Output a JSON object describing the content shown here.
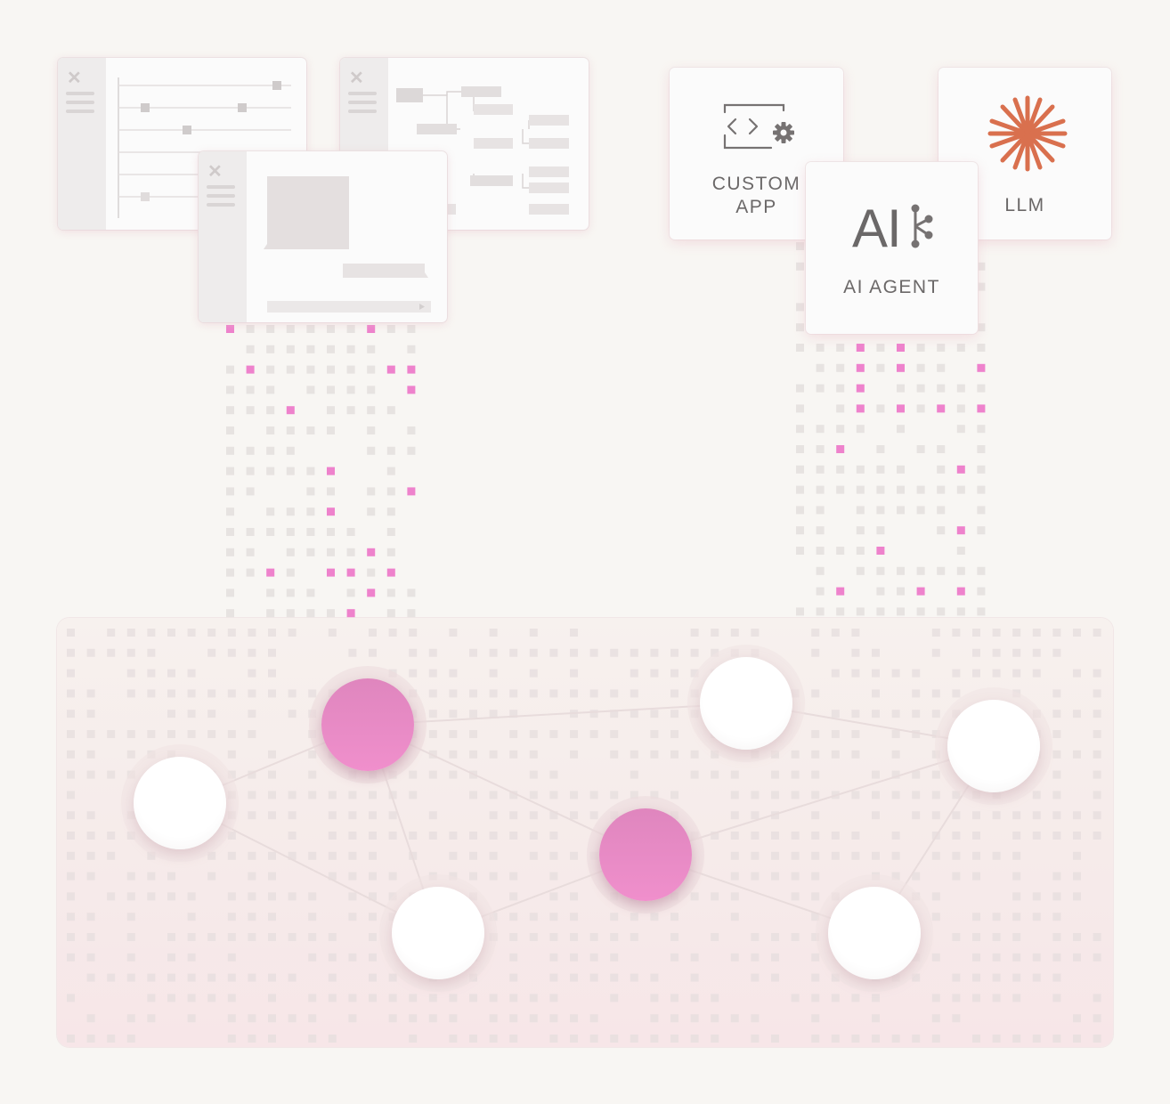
{
  "cards": {
    "custom_app": {
      "line1": "CUSTOM",
      "line2": "APP",
      "icon": "code-gear-icon"
    },
    "ai_agent": {
      "wordmark": "AI",
      "label": "AI AGENT",
      "icon": "ai-branch-icon"
    },
    "llm": {
      "label": "LLM",
      "icon": "asterisk-burst-icon"
    }
  },
  "windows": [
    {
      "name": "chart-window",
      "icon": "app-logo-icon"
    },
    {
      "name": "flow-window",
      "icon": "app-logo-icon"
    },
    {
      "name": "editor-window",
      "icon": "app-logo-icon"
    }
  ],
  "network": {
    "nodes": [
      {
        "id": "n1",
        "kind": "white"
      },
      {
        "id": "n2",
        "kind": "pink"
      },
      {
        "id": "n3",
        "kind": "white"
      },
      {
        "id": "n4",
        "kind": "pink"
      },
      {
        "id": "n5",
        "kind": "white"
      },
      {
        "id": "n6",
        "kind": "white"
      },
      {
        "id": "n7",
        "kind": "white"
      }
    ],
    "edges": [
      [
        "n1",
        "n2"
      ],
      [
        "n1",
        "n5"
      ],
      [
        "n2",
        "n3"
      ],
      [
        "n2",
        "n4"
      ],
      [
        "n2",
        "n5"
      ],
      [
        "n3",
        "n6"
      ],
      [
        "n4",
        "n6"
      ],
      [
        "n4",
        "n7"
      ],
      [
        "n4",
        "n5"
      ],
      [
        "n6",
        "n7"
      ]
    ]
  },
  "colors": {
    "accent_pink": "#ee82cc",
    "llm_orange": "#d9704e",
    "dot_grey": "#e4e1df",
    "text": "#6b6868"
  }
}
